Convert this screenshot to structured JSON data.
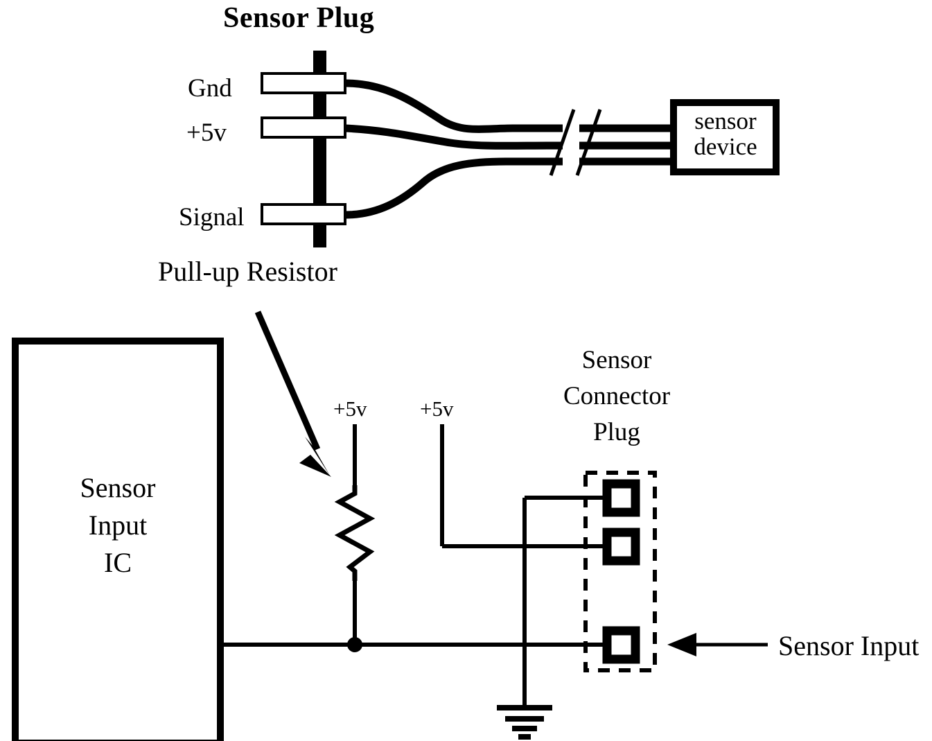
{
  "diagram": {
    "title": "Sensor Plug",
    "colors": {
      "ink": "#000000",
      "paper": "#ffffff"
    },
    "top_section": {
      "heading": "Sensor Plug",
      "pin_labels": [
        "Gnd",
        "+5v",
        "Signal"
      ],
      "cable_break_symbol": "//",
      "device_box": {
        "line1": "sensor",
        "line2": "device"
      }
    },
    "bottom_section": {
      "annotation": "Pull-up Resistor",
      "ic_box": {
        "line1": "Sensor",
        "line2": "Input",
        "line3": "IC"
      },
      "supply_labels": [
        "+5v",
        "+5v"
      ],
      "connector": {
        "line1": "Sensor",
        "line2": "Connector",
        "line3": "Plug",
        "pin_count": 3
      },
      "input_label": "Sensor Input",
      "ground_symbol": "earth-ground"
    }
  }
}
